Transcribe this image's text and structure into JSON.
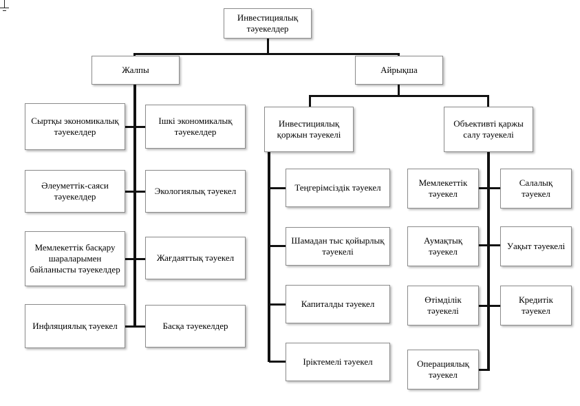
{
  "diagram": {
    "title": "Инвестициялық тәуекелдер",
    "type": "hierarchy-tree",
    "language": "kk",
    "colors": {
      "box_border": "#8a8a8a",
      "box_fill": "#ffffff",
      "connector": "#111111",
      "text": "#000000"
    },
    "root": {
      "label": "Инвестициялық тәуекелдер"
    },
    "level2": [
      {
        "label": "Жалпы"
      },
      {
        "label": "Айрықша"
      }
    ],
    "general_left_column": [
      {
        "label": "Сыртқы экономикалық тәуекелдер"
      },
      {
        "label": "Әлеуметтік-саяси тәуекелдер"
      },
      {
        "label": "Мемлекеттік басқару шараларымен байланысты тәуекелдер"
      },
      {
        "label": "Инфляциялық тәуекел"
      }
    ],
    "general_right_column": [
      {
        "label": "Ішкі экономикалық тәуекелдер"
      },
      {
        "label": "Экологиялық тәуекел"
      },
      {
        "label": "Жағдаяттық тәуекел"
      },
      {
        "label": "Басқа тәуекелдер"
      }
    ],
    "specific_branches": [
      {
        "label": "Инвестициялық қоржын тәуекелі",
        "children": [
          {
            "label": "Теңгерімсіздік тәуекел"
          },
          {
            "label": "Шамадан тыс қойырлық тәуекелі"
          },
          {
            "label": "Капиталды тәуекел"
          },
          {
            "label": "Іріктемелі тәуекел"
          }
        ]
      },
      {
        "label": "Объективті қаржы салу тәуекелі",
        "children_left": [
          {
            "label": "Мемлекеттік тәуекел"
          },
          {
            "label": "Аумақтық тәуекел"
          },
          {
            "label": "Өтімділік тәуекелі"
          },
          {
            "label": "Операциялық тәуекел"
          }
        ],
        "children_right": [
          {
            "label": "Салалық тәуекел"
          },
          {
            "label": "Уақыт тәуекелі"
          },
          {
            "label": "Кредитік тәуекел"
          }
        ]
      }
    ]
  }
}
